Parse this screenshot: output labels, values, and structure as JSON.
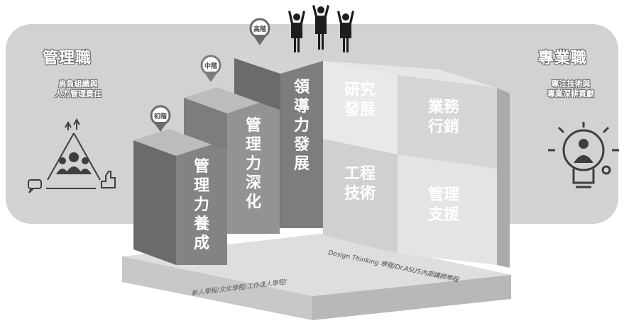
{
  "left_panel": {
    "title": "管理職",
    "subtitle_line1": "肩負組織與",
    "subtitle_line2": "人力管理責任",
    "icon": "team-triangle-icon"
  },
  "right_panel": {
    "title": "專業職",
    "subtitle_line1": "專注技術與",
    "subtitle_line2": "專業深耕貢獻",
    "icon": "lightbulb-person-icon"
  },
  "steps": [
    {
      "pin": "初階",
      "label": "管理力養成"
    },
    {
      "pin": "中階",
      "label": "管理力深化"
    },
    {
      "pin": "高階",
      "label": "領導力發展"
    }
  ],
  "cells": [
    {
      "line1": "研究",
      "line2": "發展"
    },
    {
      "line1": "業務",
      "line2": "行銷"
    },
    {
      "line1": "工程",
      "line2": "技術"
    },
    {
      "line1": "管理",
      "line2": "支援"
    }
  ],
  "base": {
    "left_text": "新人學程/文化學程/工作達人學程/",
    "right_text": "Design Thinking 學程/Dr.ASUS內部講師學程"
  },
  "colors": {
    "banner": "#d2d2d2",
    "step_dark": "#6b6b6b",
    "step_mid": "#7d7d7d",
    "grid_light": "#c4c4c4"
  }
}
